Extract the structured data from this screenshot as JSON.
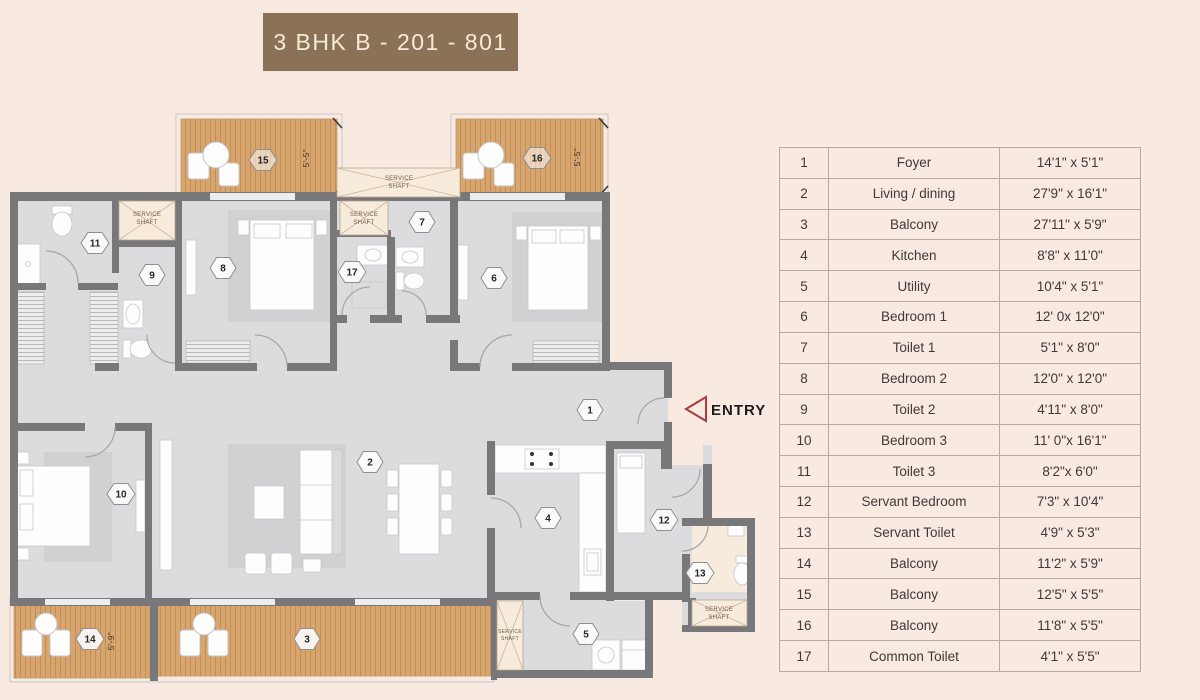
{
  "title": "3 BHK B - 201 - 801",
  "entry": {
    "label": "ENTRY"
  },
  "service_shaft": {
    "line1": "SERVICE",
    "line2": "SHAFT"
  },
  "dims": {
    "b15": "5'-5\"",
    "b16": "5'-5\"",
    "b14": "5'-9\""
  },
  "markers": {
    "m1": "1",
    "m2": "2",
    "m3": "3",
    "m4": "4",
    "m5": "5",
    "m6": "6",
    "m7": "7",
    "m8": "8",
    "m9": "9",
    "m10": "10",
    "m11": "11",
    "m12": "12",
    "m13": "13",
    "m14": "14",
    "m15": "15",
    "m16": "16",
    "m17": "17"
  },
  "colors": {
    "background": "#f8e9e1",
    "title_bg": "#8b7156",
    "wall": "#78787b",
    "room_fill": "#dcdcde",
    "balcony_wood": "#d7a56d",
    "entry_accent": "#b03a3a",
    "table_border": "#b5aca0"
  },
  "legend": {
    "rows": [
      {
        "no": "1",
        "name": "Foyer",
        "size": "14'1\" x 5'1\""
      },
      {
        "no": "2",
        "name": "Living / dining",
        "size": "27'9\" x 16'1\""
      },
      {
        "no": "3",
        "name": "Balcony",
        "size": "27'11\" x 5'9\""
      },
      {
        "no": "4",
        "name": "Kitchen",
        "size": "8'8\" x 11'0\""
      },
      {
        "no": "5",
        "name": "Utility",
        "size": "10'4\" x 5'1\""
      },
      {
        "no": "6",
        "name": "Bedroom 1",
        "size": "12' 0x 12'0\""
      },
      {
        "no": "7",
        "name": "Toilet 1",
        "size": "5'1\" x 8'0\""
      },
      {
        "no": "8",
        "name": "Bedroom 2",
        "size": "12'0\" x 12'0\""
      },
      {
        "no": "9",
        "name": "Toilet 2",
        "size": "4'11\" x 8'0\""
      },
      {
        "no": "10",
        "name": "Bedroom 3",
        "size": "11' 0\"x 16'1\""
      },
      {
        "no": "11",
        "name": "Toilet 3",
        "size": "8'2\"x 6'0\""
      },
      {
        "no": "12",
        "name": "Servant Bedroom",
        "size": "7'3\" x 10'4\""
      },
      {
        "no": "13",
        "name": "Servant Toilet",
        "size": "4'9\" x 5'3\""
      },
      {
        "no": "14",
        "name": "Balcony",
        "size": "11'2\" x 5'9\""
      },
      {
        "no": "15",
        "name": "Balcony",
        "size": "12'5\" x 5'5\""
      },
      {
        "no": "16",
        "name": "Balcony",
        "size": "11'8\" x 5'5\""
      },
      {
        "no": "17",
        "name": "Common Toilet",
        "size": "4'1\" x 5'5\""
      }
    ]
  }
}
